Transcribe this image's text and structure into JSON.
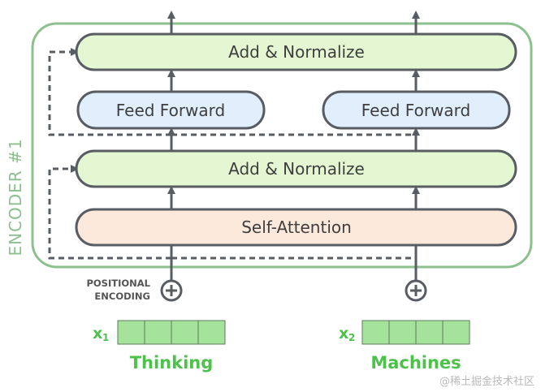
{
  "encoder_label": "ENCODER #1",
  "layers": {
    "add_normalize_top": "Add & Normalize",
    "feed_forward_left": "Feed Forward",
    "feed_forward_right": "Feed Forward",
    "add_normalize_bottom": "Add & Normalize",
    "self_attention": "Self-Attention"
  },
  "positional_encoding": {
    "line1": "POSITIONAL",
    "line2": "ENCODING"
  },
  "inputs": [
    {
      "symbol": "x",
      "subscript": "1",
      "word": "Thinking",
      "cells": 4
    },
    {
      "symbol": "x",
      "subscript": "2",
      "word": "Machines",
      "cells": 4
    }
  ],
  "watermark": "@稀土掘金技术社区",
  "colors": {
    "encoder_border": "#8cc08e",
    "add_normalize_fill": "#e4f7d2",
    "feed_forward_fill": "#e1effd",
    "self_attention_fill": "#fce9db",
    "box_stroke": "#585c63",
    "vector_fill": "#a5e29b",
    "vector_stroke": "#5e7a5b",
    "word_color": "#4cc24a"
  }
}
